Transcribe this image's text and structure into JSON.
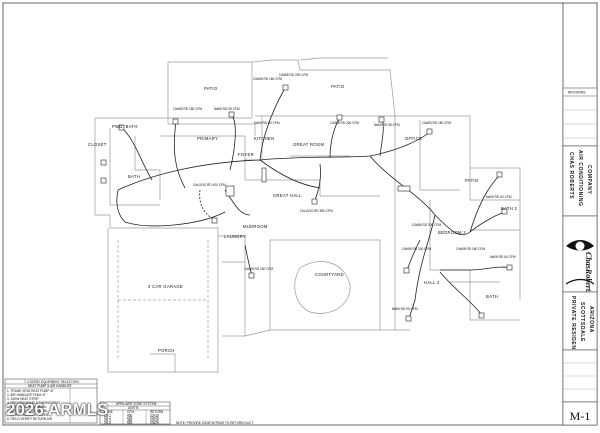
{
  "rooms": {
    "patio_top_left": "PATIO",
    "patio_top_right": "PATIO",
    "pwdr_bath": "PWD. BATH",
    "primary": "PRIMARY",
    "closet": "CLOSET",
    "kitchen": "KITCHEN",
    "great_room": "GREAT ROOM",
    "office": "OFFICE",
    "bath_left": "BATH",
    "foyer": "FOYER",
    "great_hall": "GREAT HALL",
    "patio_right": "PATIO",
    "laundry": "LAUNDRY",
    "mudroom": "MUDROOM",
    "bedroom_2": "BEDROOM 2",
    "bath_2": "BATH 2",
    "courtyard": "COURTYARD",
    "garage": "3 CAR GARAGE",
    "porch": "PORCH",
    "bath_bottom": "BATH",
    "hall": "HALL 2"
  },
  "duct_labels": {
    "a": "10x10/10 RD 400 CFM",
    "b": "10x8/8 RD 160 CFM",
    "c": "10x8/8 RD 200 CFM",
    "d": "8x8/6 RD 95 CFM",
    "e": "12x8/8 RD 200 CFM",
    "f": "12x10/10 RD 350 CFM",
    "g": "10x8/8 RD 180 CFM",
    "h": "6x6/6 RD 60 CFM"
  },
  "equipment_table": {
    "title": "T-4 SEER2 EQUIPMENT SELECTION",
    "subtitle": "HEAT PUMP & AIR HANDLER",
    "rows": [
      "1. TRANE XR16 HEAT PUMP 4T",
      "2. AIR HANDLER TEM4 4T",
      "3. 10KW HEAT STRIP",
      "4. PROGRAMMABLE THERMOSTAT",
      "5. ZONE CONTROL PANEL",
      "6. SEE SPECS FOR DETAIL",
      "7. VERIFY ALL DUCT SIZES",
      "8. FIELD VERIFY RETURN AIR"
    ]
  },
  "zone_table": {
    "title": "APRILAIRE ZONE SYSTEM",
    "subtitle": "UNIT B",
    "headers": [
      "ZONE",
      "CFM",
      "RETURN"
    ],
    "rows": [
      [
        "ZN 1",
        "450",
        "20x30"
      ],
      [
        "ZN 2",
        "625",
        "20x25"
      ],
      [
        "ZN 3",
        "380",
        "20x20"
      ],
      [
        "ZN 4",
        "545",
        "20x25"
      ]
    ]
  },
  "note": "NOTE: PROVIDE ZONE BYPASS TO RETURN DUCT.",
  "title_block": {
    "revisions_label": "REVISIONS",
    "company_lines": [
      "CHAS ROBERTS",
      "AIR CONDITIONING",
      "COMPANY"
    ],
    "logo_text": "ChasRoberts",
    "project_lines": [
      "PRIVATE RESIDENCE",
      "SCOTTSDALE",
      "ARIZONA"
    ],
    "sheet_number": "M-1"
  },
  "watermark": "2026 ARMLS"
}
